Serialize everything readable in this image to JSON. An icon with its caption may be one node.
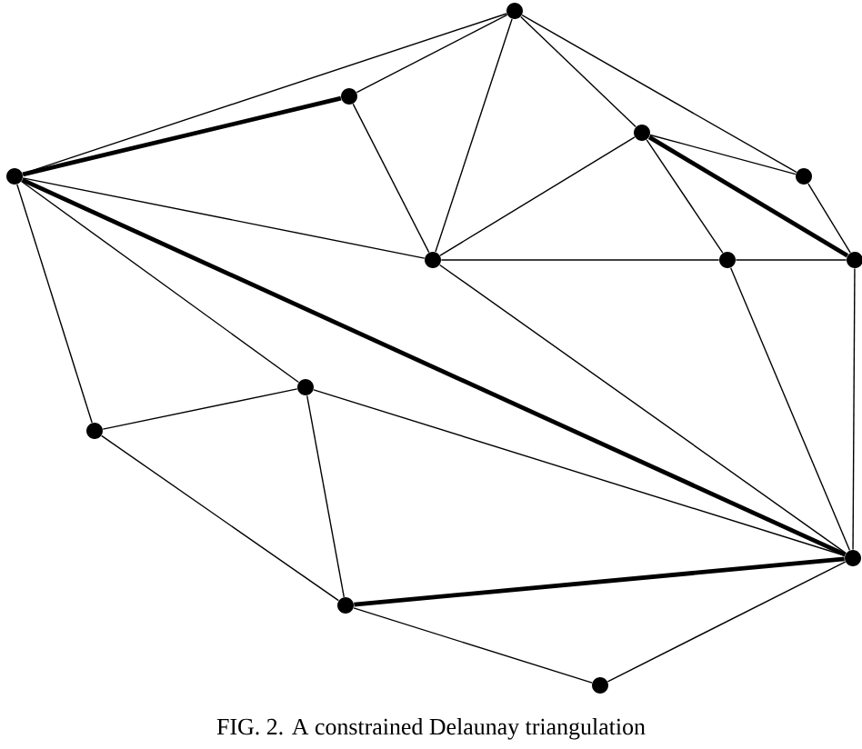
{
  "diagram": {
    "caption": "FIG. 2.   A constrained Delaunay triangulation",
    "nodes": [
      {
        "text": [],
        "shape": "circle"
      },
      {
        "text": [],
        "shape": "circle"
      },
      {
        "text": [],
        "shape": "circle"
      },
      {
        "text": [],
        "shape": "circle"
      },
      {
        "text": [],
        "shape": "circle"
      },
      {
        "text": [],
        "shape": "circle"
      },
      {
        "text": [],
        "shape": "circle"
      },
      {
        "text": [],
        "shape": "circle"
      },
      {
        "text": [],
        "shape": "circle"
      },
      {
        "text": [],
        "shape": "circle"
      },
      {
        "text": [],
        "shape": "circle"
      },
      {
        "text": [],
        "shape": "circle"
      },
      {
        "text": [],
        "shape": "circle"
      }
    ],
    "edges": [
      {
        "from": 3,
        "to": 0,
        "arrow": "none"
      },
      {
        "from": 3,
        "to": 1,
        "arrow": "none",
        "style": "thick"
      },
      {
        "from": 1,
        "to": 0,
        "arrow": "none"
      },
      {
        "from": 1,
        "to": 5,
        "arrow": "none"
      },
      {
        "from": 3,
        "to": 5,
        "arrow": "none"
      },
      {
        "from": 3,
        "to": 10,
        "arrow": "none",
        "style": "thick"
      },
      {
        "from": 3,
        "to": 8,
        "arrow": "none"
      },
      {
        "from": 3,
        "to": 9,
        "arrow": "none"
      },
      {
        "from": 0,
        "to": 5,
        "arrow": "none"
      },
      {
        "from": 0,
        "to": 2,
        "arrow": "none"
      },
      {
        "from": 0,
        "to": 4,
        "arrow": "none"
      },
      {
        "from": 2,
        "to": 4,
        "arrow": "none"
      },
      {
        "from": 2,
        "to": 7,
        "arrow": "none",
        "style": "thick"
      },
      {
        "from": 2,
        "to": 5,
        "arrow": "none"
      },
      {
        "from": 2,
        "to": 6,
        "arrow": "none"
      },
      {
        "from": 4,
        "to": 7,
        "arrow": "none"
      },
      {
        "from": 5,
        "to": 6,
        "arrow": "none"
      },
      {
        "from": 6,
        "to": 7,
        "arrow": "none"
      },
      {
        "from": 7,
        "to": 10,
        "arrow": "none"
      },
      {
        "from": 6,
        "to": 10,
        "arrow": "none"
      },
      {
        "from": 5,
        "to": 10,
        "arrow": "none"
      },
      {
        "from": 8,
        "to": 10,
        "arrow": "none"
      },
      {
        "from": 8,
        "to": 9,
        "arrow": "none"
      },
      {
        "from": 8,
        "to": 11,
        "arrow": "none"
      },
      {
        "from": 9,
        "to": 11,
        "arrow": "none"
      },
      {
        "from": 11,
        "to": 10,
        "arrow": "none",
        "style": "thick"
      },
      {
        "from": 11,
        "to": 12,
        "arrow": "none"
      },
      {
        "from": 12,
        "to": 10,
        "arrow": "none"
      }
    ]
  }
}
